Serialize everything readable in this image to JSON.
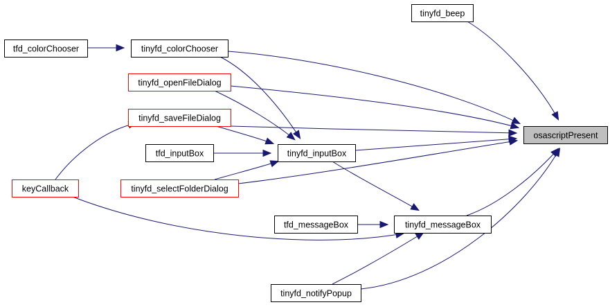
{
  "colors": {
    "edge": "#191970",
    "node_border": "#000000",
    "node_border_highlight": "#ff0000",
    "target_fill": "#bfbfbf"
  },
  "nodes": {
    "tinyfd_beep": {
      "label": "tinyfd_beep",
      "style": "normal"
    },
    "tfd_colorChooser": {
      "label": "tfd_colorChooser",
      "style": "normal"
    },
    "tinyfd_colorChooser": {
      "label": "tinyfd_colorChooser",
      "style": "normal"
    },
    "tinyfd_openFileDialog": {
      "label": "tinyfd_openFileDialog",
      "style": "highlight"
    },
    "tinyfd_saveFileDialog": {
      "label": "tinyfd_saveFileDialog",
      "style": "highlight"
    },
    "tfd_inputBox": {
      "label": "tfd_inputBox",
      "style": "normal"
    },
    "tinyfd_inputBox": {
      "label": "tinyfd_inputBox",
      "style": "normal"
    },
    "osascriptPresent": {
      "label": "osascriptPresent",
      "style": "target"
    },
    "keyCallback": {
      "label": "keyCallback",
      "style": "highlight"
    },
    "tinyfd_selectFolderDialog": {
      "label": "tinyfd_selectFolderDialog",
      "style": "highlight"
    },
    "tfd_messageBox": {
      "label": "tfd_messageBox",
      "style": "normal"
    },
    "tinyfd_messageBox": {
      "label": "tinyfd_messageBox",
      "style": "normal"
    },
    "tinyfd_notifyPopup": {
      "label": "tinyfd_notifyPopup",
      "style": "normal"
    }
  },
  "edges": [
    {
      "from": "tinyfd_beep",
      "to": "osascriptPresent"
    },
    {
      "from": "tfd_colorChooser",
      "to": "tinyfd_colorChooser"
    },
    {
      "from": "tinyfd_colorChooser",
      "to": "osascriptPresent"
    },
    {
      "from": "tinyfd_colorChooser",
      "to": "tinyfd_inputBox"
    },
    {
      "from": "tinyfd_openFileDialog",
      "to": "osascriptPresent"
    },
    {
      "from": "tinyfd_openFileDialog",
      "to": "tinyfd_inputBox"
    },
    {
      "from": "tinyfd_saveFileDialog",
      "to": "osascriptPresent"
    },
    {
      "from": "tinyfd_saveFileDialog",
      "to": "tinyfd_inputBox"
    },
    {
      "from": "tfd_inputBox",
      "to": "tinyfd_inputBox"
    },
    {
      "from": "tinyfd_inputBox",
      "to": "osascriptPresent"
    },
    {
      "from": "tinyfd_inputBox",
      "to": "tinyfd_messageBox"
    },
    {
      "from": "keyCallback",
      "to": "tinyfd_saveFileDialog"
    },
    {
      "from": "keyCallback",
      "to": "tinyfd_messageBox"
    },
    {
      "from": "tinyfd_selectFolderDialog",
      "to": "osascriptPresent"
    },
    {
      "from": "tinyfd_selectFolderDialog",
      "to": "tinyfd_inputBox"
    },
    {
      "from": "tfd_messageBox",
      "to": "tinyfd_messageBox"
    },
    {
      "from": "tinyfd_messageBox",
      "to": "osascriptPresent"
    },
    {
      "from": "tinyfd_notifyPopup",
      "to": "osascriptPresent"
    },
    {
      "from": "tinyfd_notifyPopup",
      "to": "tinyfd_messageBox"
    }
  ]
}
